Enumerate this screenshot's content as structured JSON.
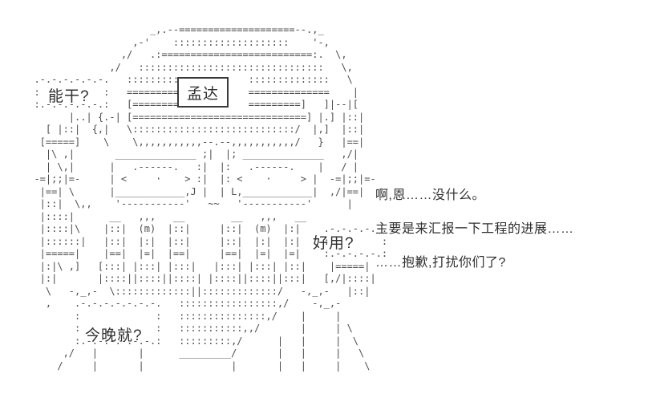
{
  "colors": {
    "background": "#ffffff",
    "art": "#4d4d4d",
    "text": "#2f2f2f"
  },
  "ascii_art": {
    "description": "ascii-art portrait of a bespectacled character",
    "lines": [
      "                      _,.--====================--.,_",
      "                   ,-'    ::::::::::::::::::::    '-,",
      "                 ,/   .:==========================:.  \\,",
      "               ,/   ::::::::::::::::::::::::::::::::   \\,",
      "  .-.-.-.-.-.-.   :::::::::            ::::::::::::::   \\",
      "  :           :   =========            ==============    |",
      "  :.-.-.-.-.-.:   [========            =========]   ]|--|[",
      "        |..| {.-| [==============================] |.] |::|",
      "    [ |::|  {,|   \\::::::::::::::::::::::::::::/  |,]  |::|",
      "   [=====]    \\    \\,,,,,,,,,,,--.--,,,,,,,,,,,/   }   |==|",
      "    |\\ ,|       ______________ ;|  |; ______________   ,/|",
      "    | \\,|      |   .------.   :|  |:   .------.    |   / |",
      "  -=|;;|=-     | <     ·    > :|  |: <    ·     > |  -=|;;|=-",
      "   |==| \\      |____________,J |  | L,____________|  ,/|==|",
      "   |::|  \\,,    '-----------'   ~~   '-----------'      |",
      "   |::::|      __   ,,,   __        __   ,,,   __",
      "   |::::|\\    |::|  (m)  |::|     |::|  (m)  |:|    .-.-.-.-.-.",
      "   |::::::|   |::|  |:|  |::|     |::|  |:|  |:|    :         :",
      "   |=====|    |==|  |=|  |==|     |==|  |=|  |=|    :.-.-.-.-.:",
      "   |:|\\ ,]   [:::| |:::| |:::|   |:::| |:::| |::|    |=====|",
      "   |:|       |::::||::::||::::| |::::||::::||:::|   [,/|::::|",
      "    \\   -,_,-  \\:::::::::::::||:::::::::::::/   -,_,-   |::|",
      "    ,    .-.-.-.-.-.-.-.   :::::::::::::::::,/    -,_,-",
      "         :             :   :::::::::::::::,/    |     |",
      "         :             :   :::::::::::,,/       |     | \\",
      "         :.-.-.-.-.-.-.:   :::::::::,/      |   |     |  \\",
      "       ,/   |       |      _________/       |   |     |   \\",
      "      /     |       |               |       |   |     |    \\"
    ]
  },
  "labels": {
    "nenggan": "能干?",
    "mengda": "孟达",
    "haoyong": "好用?",
    "jinwan": "今晚就?"
  },
  "dialogue": {
    "lines": [
      "啊,恩……没什么。",
      "主要是来汇报一下工程的进展……",
      "……抱歉,打扰你们了?"
    ]
  }
}
